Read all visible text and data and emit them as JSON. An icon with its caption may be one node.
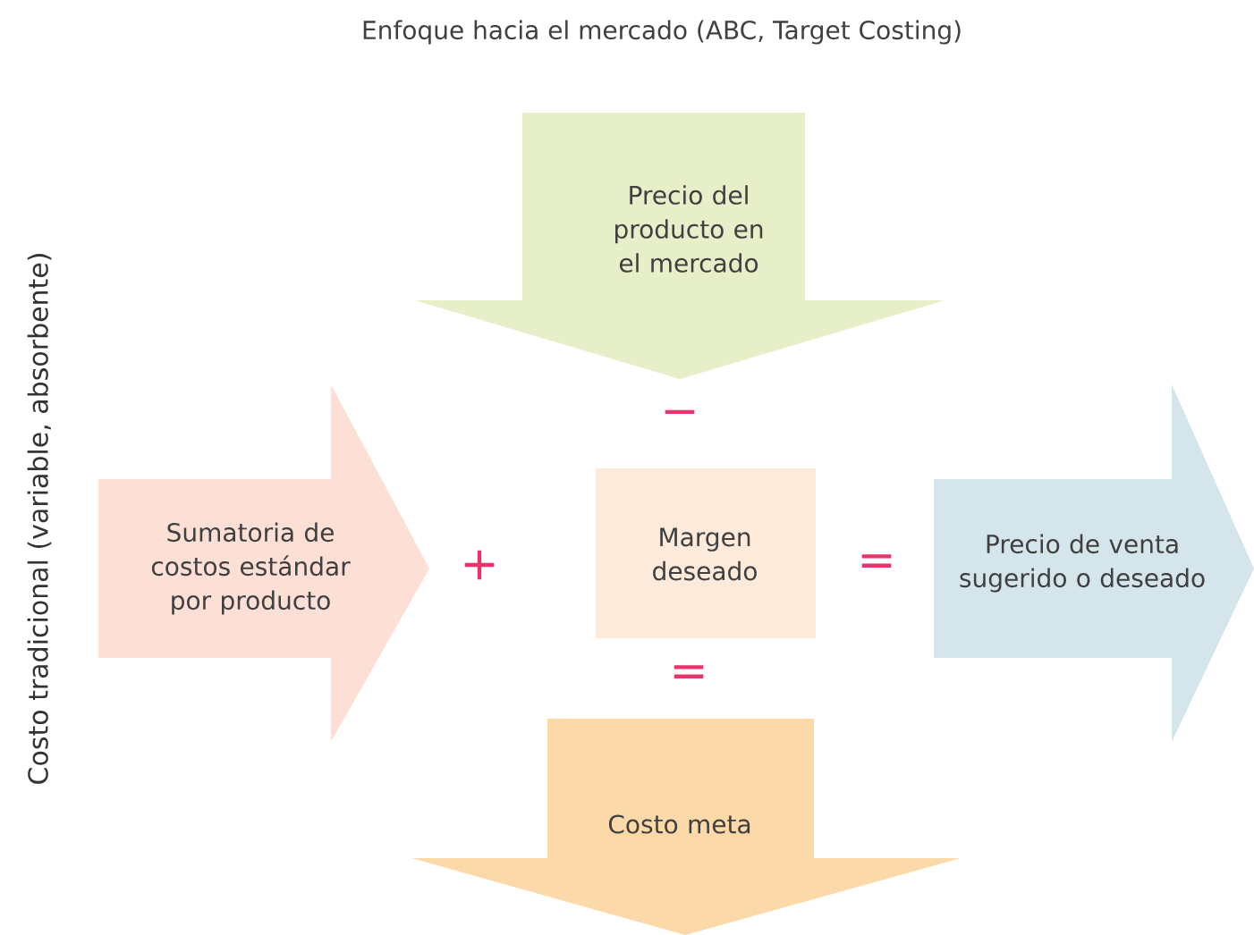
{
  "diagram": {
    "title": "Enfoque hacia el mercado (ABC, Target Costing)",
    "nodes": [
      {
        "text": [
          "Precio del producto en el mercado"
        ]
      },
      {
        "text": [
          "Sumatoria de costos estándar por producto"
        ]
      },
      {
        "text": [
          "Margen deseado"
        ]
      },
      {
        "text": [
          "Precio de venta sugerido o deseado"
        ]
      },
      {
        "text": [
          "Costo meta"
        ]
      }
    ],
    "labels": [
      "Costo tradicional (variable, absorbente)",
      "−",
      "+",
      "=",
      "="
    ]
  }
}
